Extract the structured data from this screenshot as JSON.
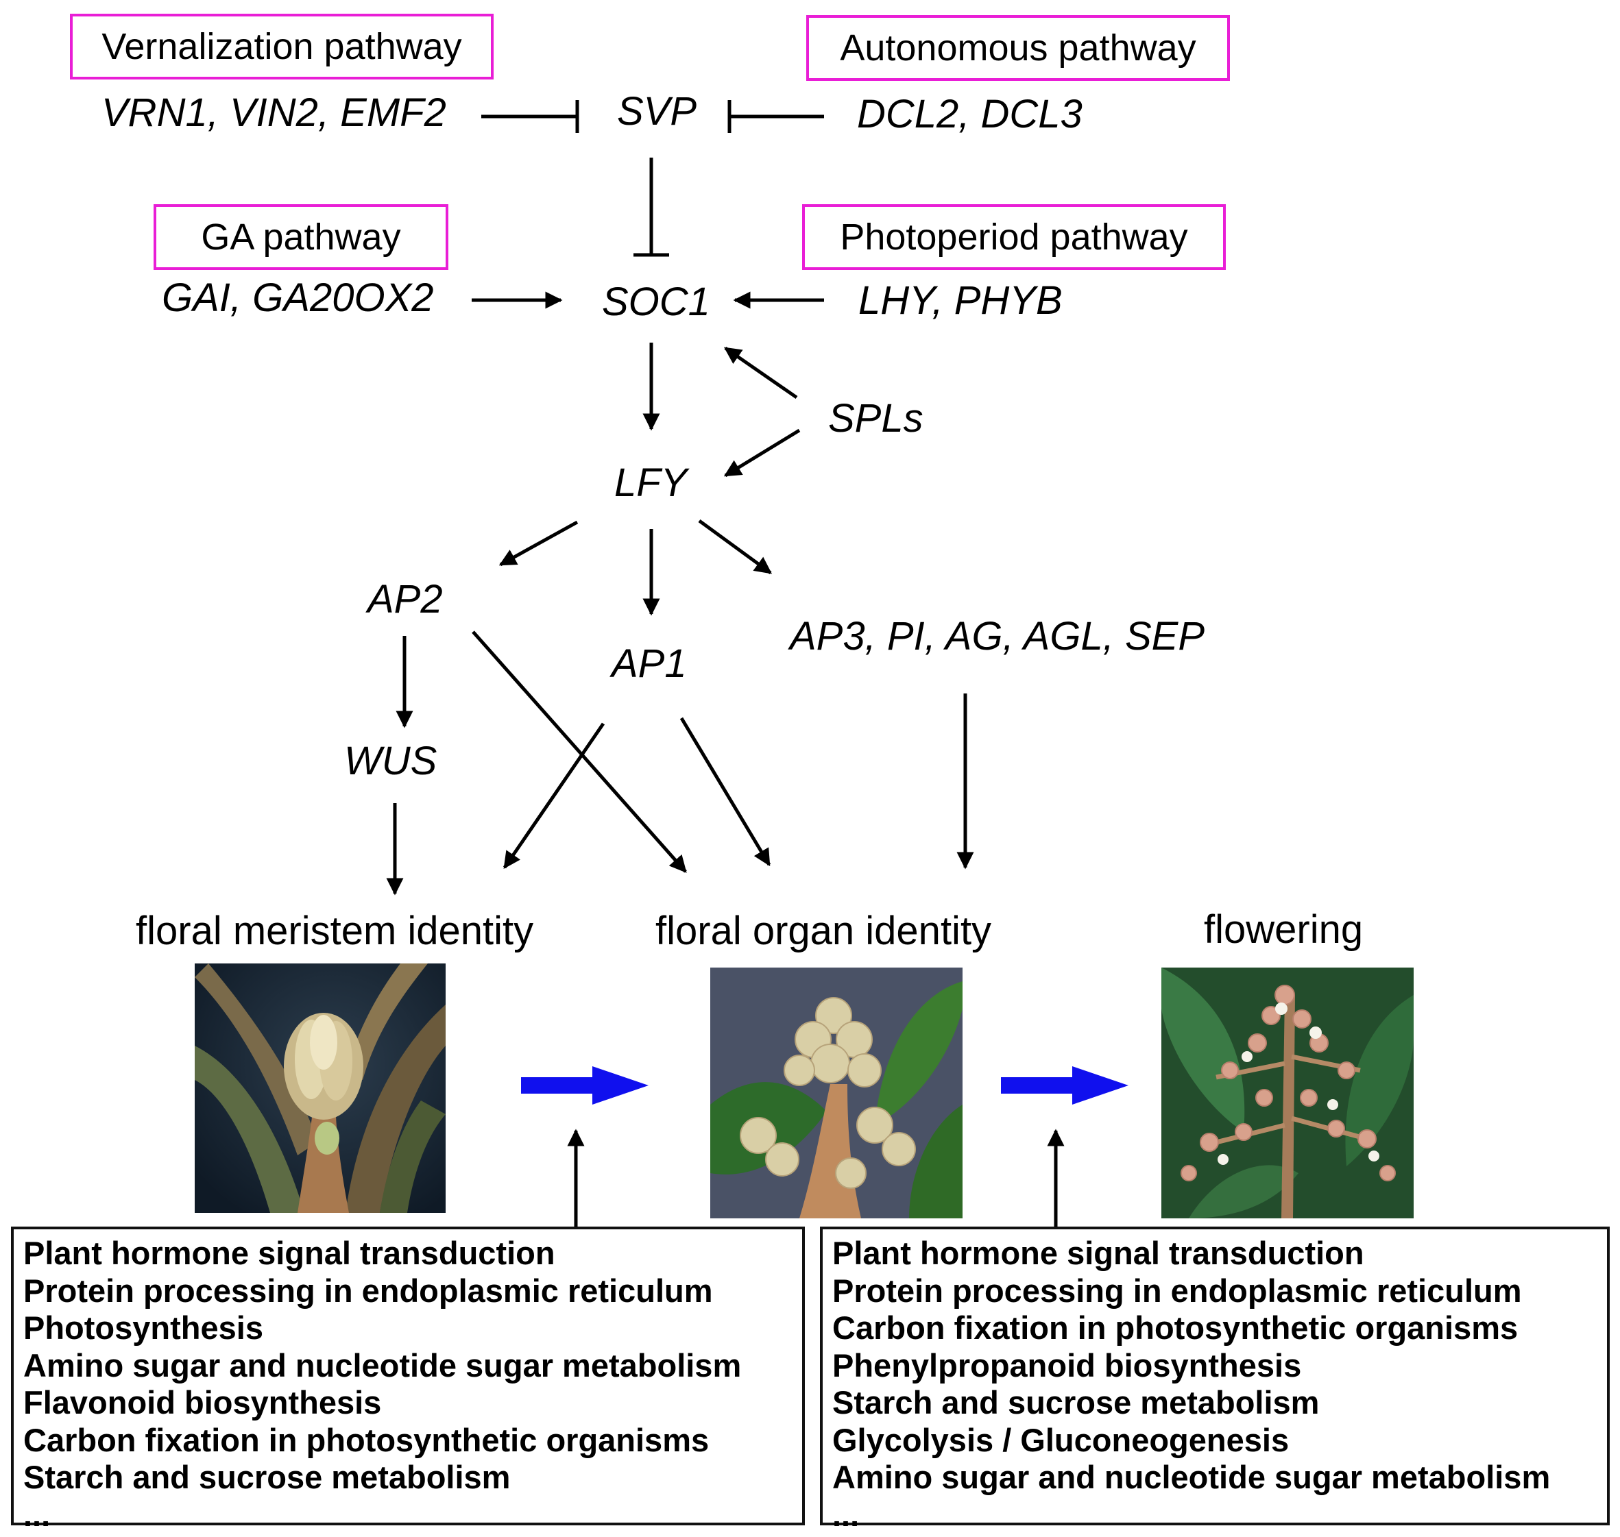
{
  "pathways": {
    "vernalization": "Vernalization pathway",
    "autonomous": "Autonomous pathway",
    "ga": "GA pathway",
    "photoperiod": "Photoperiod pathway"
  },
  "genes": {
    "vernalization_genes": [
      "VRN1",
      "VIN2",
      "EMF2"
    ],
    "autonomous_genes": [
      "DCL2",
      "DCL3"
    ],
    "ga_genes": [
      "GAI",
      "GA20OX2"
    ],
    "photoperiod_genes": [
      "LHY",
      "PHYB"
    ],
    "svp": "SVP",
    "soc1": "SOC1",
    "spls": "SPLs",
    "lfy": "LFY",
    "ap2": "AP2",
    "ap1": "AP1",
    "organ_genes": [
      "AP3",
      "PI",
      "AG",
      "AGL",
      "SEP"
    ],
    "wus": "WUS"
  },
  "stages": {
    "meristem": "floral meristem identity",
    "organ": "floral organ identity",
    "flowering": "flowering"
  },
  "colors": {
    "pathway_border": "#e91ed6",
    "stage_arrow": "#1010ee"
  },
  "kegg_left": [
    "Plant hormone signal transduction",
    "Protein processing in endoplasmic reticulum",
    "Photosynthesis",
    "Amino sugar and nucleotide sugar metabolism",
    "Flavonoid biosynthesis",
    "Carbon fixation in photosynthetic organisms",
    "Starch and sucrose metabolism",
    "..."
  ],
  "kegg_right": [
    "Plant hormone signal transduction",
    "Protein processing in endoplasmic reticulum",
    "Carbon fixation in photosynthetic organisms",
    "Phenylpropanoid biosynthesis",
    "Starch and sucrose metabolism",
    "Glycolysis / Gluconeogenesis",
    "Amino sugar and nucleotide sugar metabolism",
    "..."
  ]
}
